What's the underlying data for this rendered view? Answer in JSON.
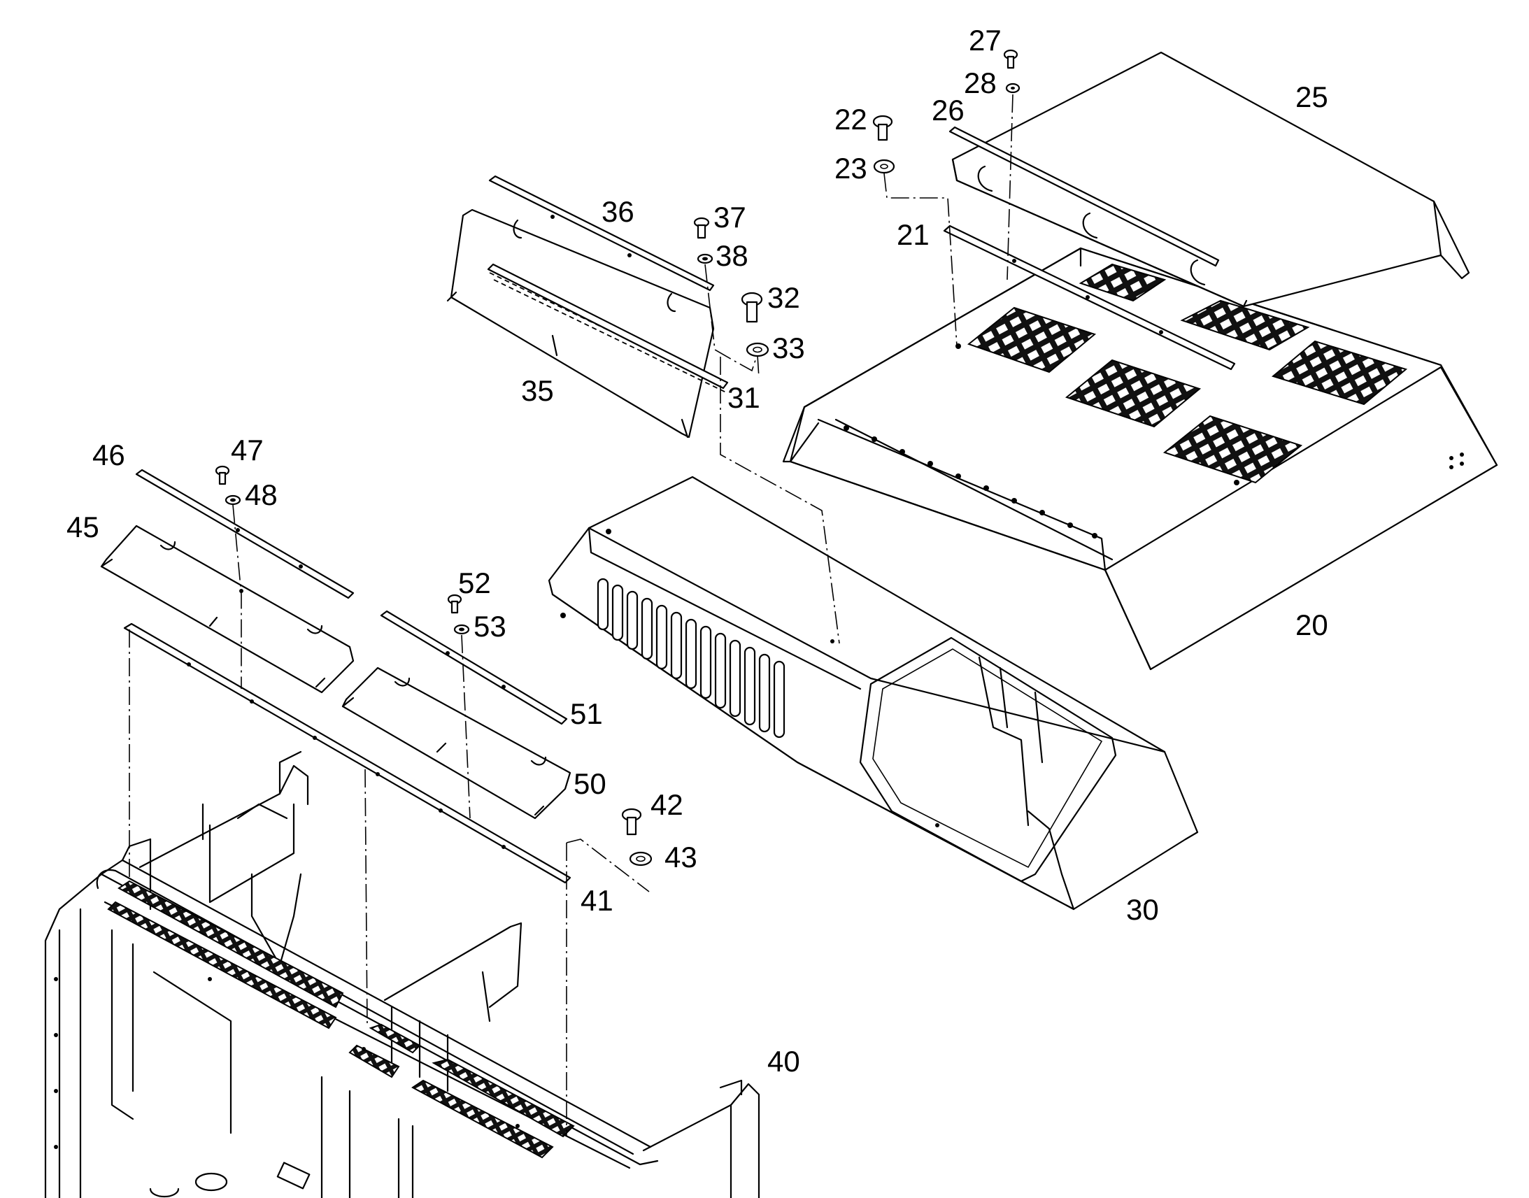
{
  "diagram": {
    "type": "exploded parts diagram",
    "callouts": {
      "p20": "20",
      "p21": "21",
      "p22": "22",
      "p23": "23",
      "p25": "25",
      "p26": "26",
      "p27": "27",
      "p28": "28",
      "p30": "30",
      "p31": "31",
      "p32": "32",
      "p33": "33",
      "p35": "35",
      "p36": "36",
      "p37": "37",
      "p38": "38",
      "p40": "40",
      "p41": "41",
      "p42": "42",
      "p43": "43",
      "p45": "45",
      "p46": "46",
      "p47": "47",
      "p48": "48",
      "p50": "50",
      "p51": "51",
      "p52": "52",
      "p53": "53"
    },
    "colors": {
      "line": "#000000",
      "background": "#ffffff"
    }
  }
}
